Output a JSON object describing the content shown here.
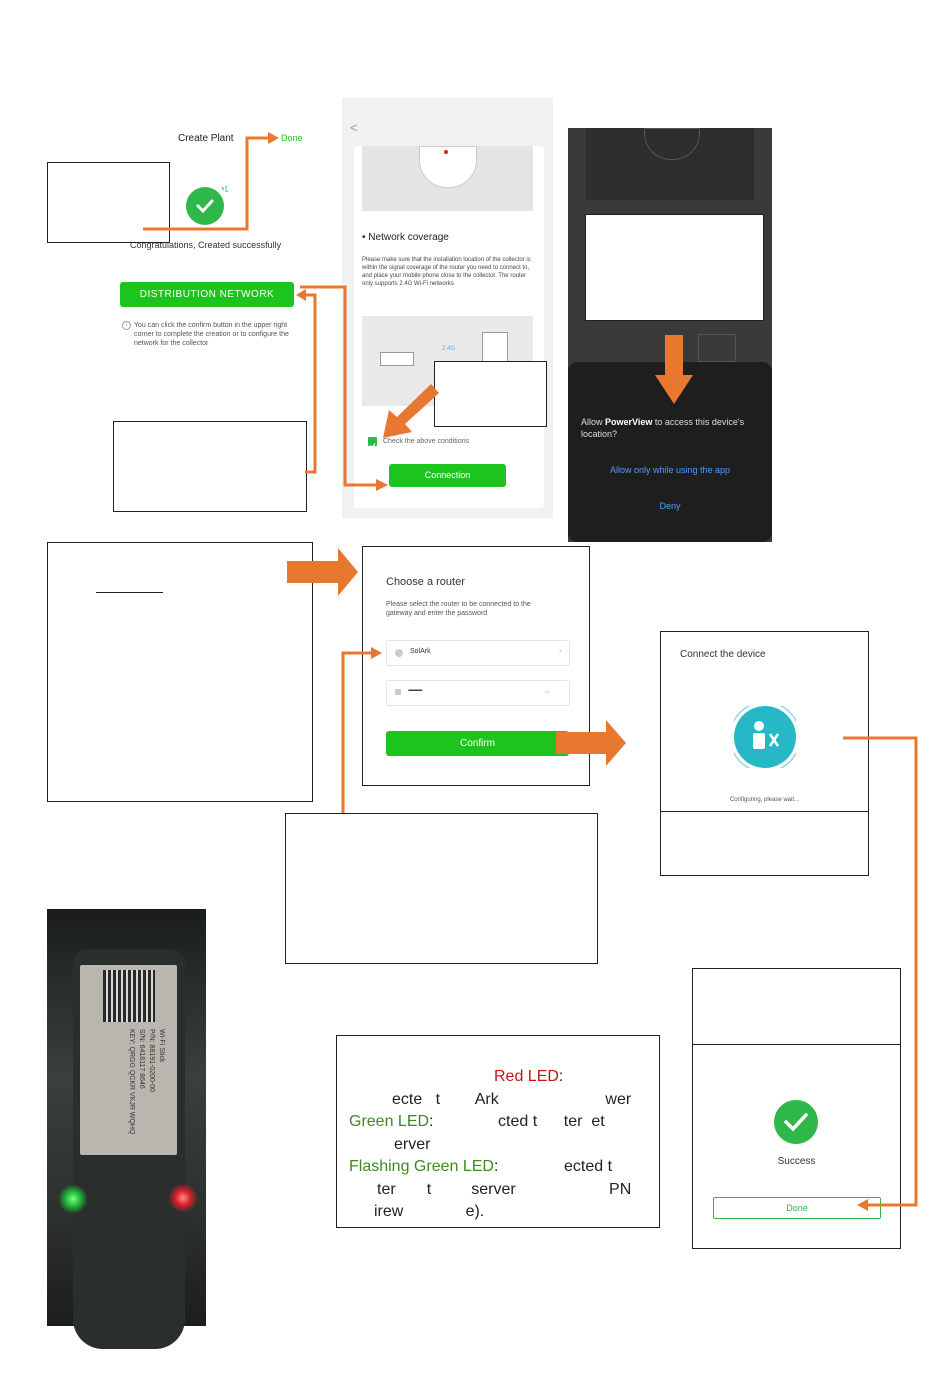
{
  "create_plant": {
    "title": "Create Plant",
    "done": "Done",
    "congrats": "Congratulations, Created successfully",
    "distribution_button": "DISTRIBUTION NETWORK",
    "hint": "You can click the confirm button in the upper right corner to complete the creation or to configure the network for the collector"
  },
  "network_screen": {
    "back": "<",
    "coverage_title": "• Network coverage",
    "coverage_text": "Please make sure that the installation location of the collector is within the signal coverage of the router you need to connect to, and place your mobile phone close to the collector. The router only supports 2.4G Wi-Fi networks",
    "band_label": "2.4G",
    "check_label": "Check the above conditions",
    "connection_button": "Connection"
  },
  "permission_dialog": {
    "prompt_prefix": "Allow ",
    "app_name": "PowerView",
    "prompt_suffix": " to access this device's location?",
    "allow": "Allow only while using the app",
    "deny": "Deny"
  },
  "router_screen": {
    "title": "Choose a router",
    "subtitle": "Please select the router to be connected to the gateway and enter the password",
    "ssid": "SolArk",
    "password": "••••••••••••••••••",
    "confirm": "Confirm"
  },
  "connect_screen": {
    "title": "Connect the device",
    "status": "Configuring, please wait..."
  },
  "success_screen": {
    "label": "Success",
    "done": "Done"
  },
  "device_label": {
    "lines": [
      "Wi-Fi Stick",
      "P/N: 88191-0200-00",
      "S/N: 6418117 8646",
      "KEY: QRGG QCKR VKJR WQHQ"
    ]
  },
  "legend": {
    "red_led": "Red LED",
    "red_desc_1": "ecte   t        Ark                        wer",
    "green_led": "Green LED",
    "green_desc_1": "cted t      ter  et",
    "green_desc_2": "erver",
    "flashing_led": "Flashing Green LED",
    "flash_desc_1": "ected t",
    "flash_desc_2": "ter       t         server                     PN",
    "flash_desc_3": "irew              e).",
    "colon": ":",
    "colors": {
      "red": "#c0161b",
      "green": "#3f8a1e",
      "accent": "#e8782f",
      "button_green": "#1ec41e"
    }
  }
}
